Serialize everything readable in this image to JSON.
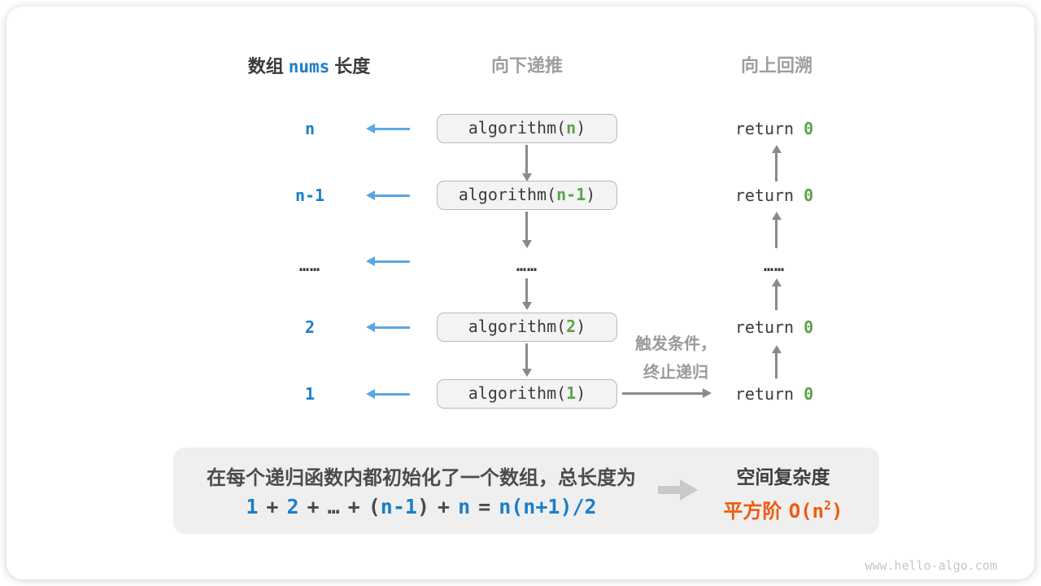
{
  "colors": {
    "accent_blue": "#1b7ec9",
    "arrow_blue": "#58a8e8",
    "code_green": "#5ea14f",
    "result_orange": "#ee5b0e",
    "gray_text": "#9e9e9e",
    "box_fill": "#f3f3f3",
    "summary_fill": "#efefef"
  },
  "headers": {
    "left_prefix": "数组",
    "left_code": "nums",
    "left_suffix": "长度",
    "center": "向下递推",
    "right": "向上回溯"
  },
  "rows": [
    {
      "label": "n",
      "box_prefix": "algorithm(",
      "box_arg": "n",
      "box_suffix": ")",
      "return_keyword": "return ",
      "return_value": "0"
    },
    {
      "label": "n-1",
      "box_prefix": "algorithm(",
      "box_arg": "n-1",
      "box_suffix": ")",
      "return_keyword": "return ",
      "return_value": "0"
    },
    {
      "label": "……",
      "center_ellipsis": "……",
      "right_ellipsis": "……"
    },
    {
      "label": "2",
      "box_prefix": "algorithm(",
      "box_arg": "2",
      "box_suffix": ")",
      "return_keyword": "return ",
      "return_value": "0"
    },
    {
      "label": "1",
      "box_prefix": "algorithm(",
      "box_arg": "1",
      "box_suffix": ")",
      "return_keyword": "return ",
      "return_value": "0"
    }
  ],
  "annotation": {
    "line1": "触发条件，",
    "line2": "终止递归"
  },
  "summary": {
    "line1": "在每个递归函数内都初始化了一个数组，总长度为",
    "formula": {
      "p0": "1",
      "p1": "+",
      "p2": "2",
      "p3": "+",
      "p4": "…",
      "p5": "+",
      "p6": "(",
      "p7": "n-1",
      "p8": ")",
      "p9": "+",
      "p10": "n",
      "p11": "=",
      "p12": "n(n+1)/2"
    },
    "result_title": "空间复杂度",
    "result_prefix": "平方阶 ",
    "result_o_prefix": "O(n",
    "result_sup": "2",
    "result_suffix": ")"
  },
  "watermark": "www.hello-algo.com"
}
